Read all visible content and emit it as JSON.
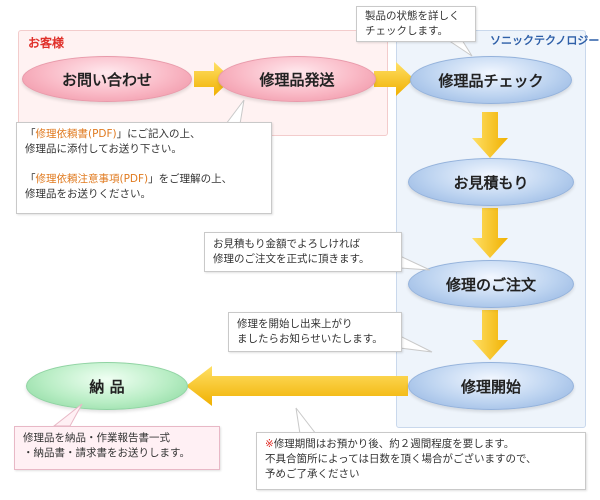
{
  "regions": {
    "customer": "お客様",
    "sonic": "ソニックテクノロジー"
  },
  "nodes": {
    "inquiry": "お問い合わせ",
    "send": "修理品発送",
    "check": "修理品チェック",
    "estimate": "お見積もり",
    "order": "修理のご注文",
    "start": "修理開始",
    "delivery": "納 品"
  },
  "callouts": {
    "check_note": {
      "line1": "製品の状態を詳しく",
      "line2": "チェックします。"
    },
    "send_note": {
      "p1_open": "「",
      "p1_link": "修理依頼書(PDF)",
      "p1_close": "」にご記入の上、",
      "p1_line2": "修理品に添付してお送り下さい。",
      "p2_open": "「",
      "p2_link": "修理依頼注意事項(PDF)",
      "p2_close": "」をご理解の上、",
      "p2_line2": "修理品をお送りください。"
    },
    "estimate_note": {
      "line1": "お見積もり金額でよろしければ",
      "line2": "修理のご注文を正式に頂きます。"
    },
    "start_note": {
      "line1": "修理を開始し出来上がり",
      "line2": "ましたらお知らせいたします。"
    },
    "delivery_note": {
      "line1": "修理品を納品・作業報告書一式",
      "line2": "・納品書・請求書をお送りします。"
    },
    "period_note": {
      "mark": "※",
      "line1": "修理期間はお預かり後、約２週間程度を要します。",
      "line2": "不具合箇所によっては日数を頂く場合がございますので、",
      "line3": "予めご了承ください"
    }
  },
  "colors": {
    "customer_region": "#fff2f2",
    "sonic_region": "#eef4fb",
    "arrow": "#f7c21c",
    "link": "#e07a1f"
  }
}
